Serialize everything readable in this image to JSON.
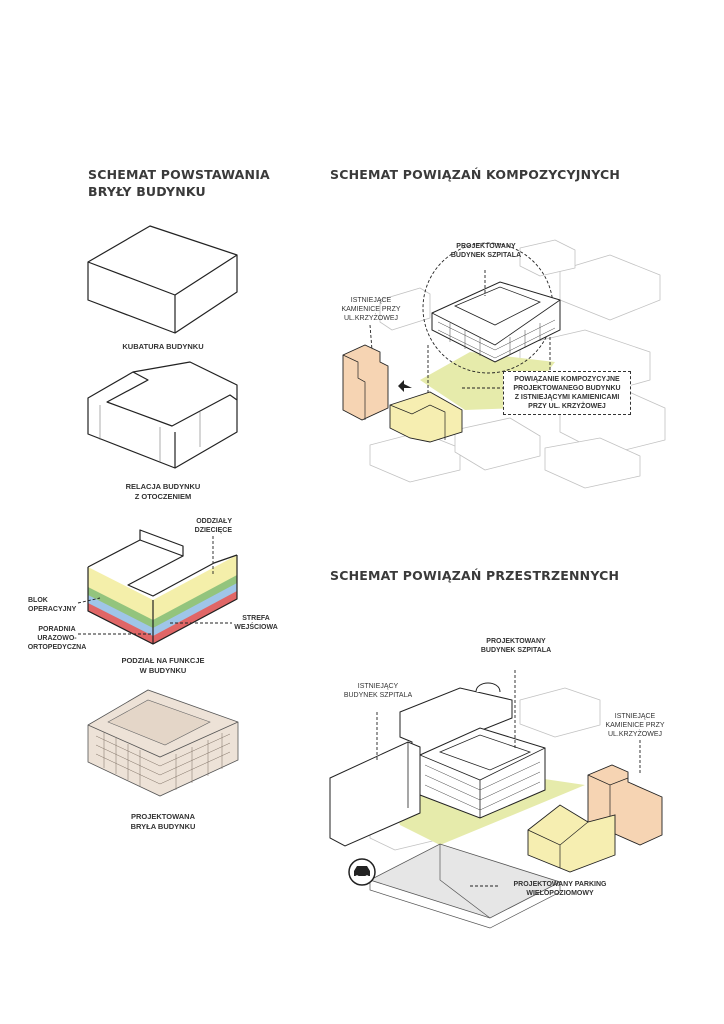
{
  "left": {
    "title_lines": [
      "SCHEMAT POWSTAWANIA",
      "BRYŁY BUDYNKU"
    ],
    "steps": [
      {
        "caption_lines": [
          "KUBATURA BUDYNKU"
        ]
      },
      {
        "caption_lines": [
          "RELACJA BUDYNKU",
          "Z OTOCZENIEM"
        ]
      },
      {
        "caption_lines": [
          "PODZIAŁ NA FUNKCJE",
          "W BUDYNKU"
        ]
      },
      {
        "caption_lines": [
          "PROJEKTOWANA",
          "BRYŁA BUDYNKU"
        ]
      }
    ],
    "function_labels": {
      "children": [
        "ODDZIAŁY",
        "DZIECIĘCE"
      ],
      "operating": [
        "BLOK",
        "OPERACYJNY"
      ],
      "clinic": [
        "PORADNIA",
        "URAZOWO-",
        "ORTOPEDYCZNA"
      ],
      "entrance": [
        "STREFA",
        "WEJŚCIOWA"
      ]
    },
    "colors": {
      "yellow": "#f4efaa",
      "green": "#93c47d",
      "blue": "#9fc5e8",
      "red": "#e06666"
    }
  },
  "top_right": {
    "title": "SCHEMAT POWIĄZAŃ KOMPOZYCYJNYCH",
    "label_building": [
      "PROJEKTOWANY",
      "BUDYNEK SZPITALA"
    ],
    "label_tenements": [
      "ISTNIEJĄCE",
      "KAMIENICE PRZY",
      "UL.KRZYŻOWEJ"
    ],
    "label_relation": [
      "POWIĄZANIE KOMPOZYCYJNE",
      "PROJEKTOWANEGO BUDYNKU",
      "Z ISTNIEJĄCYMI KAMIENICAMI",
      "PRZY UL. KRZYŻOWEJ"
    ]
  },
  "bottom_right": {
    "title": "SCHEMAT POWIĄZAŃ PRZESTRZENNYCH",
    "label_building": [
      "PROJEKTOWANY",
      "BUDYNEK SZPITALA"
    ],
    "label_existing": [
      "ISTNIEJĄCY",
      "BUDYNEK SZPITALA"
    ],
    "label_tenements": [
      "ISTNIEJĄCE",
      "KAMIENICE PRZY",
      "UL.KRZYŻOWEJ"
    ],
    "label_parking": [
      "PROJEKTOWANY PARKING",
      "WIELOPOZIOMOWY"
    ]
  },
  "palette": {
    "plot": "#e6ebab",
    "tenement_peach": "#f6d4b3",
    "tenement_yellow": "#f6eeb1",
    "render": "#ede2d7"
  }
}
